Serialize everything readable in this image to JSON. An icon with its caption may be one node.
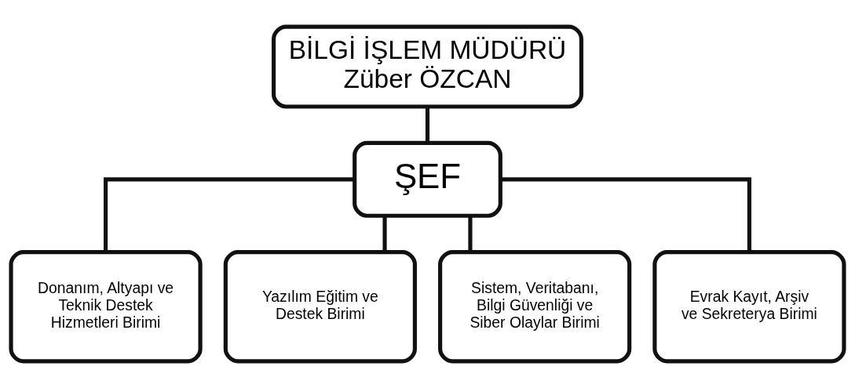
{
  "diagram": {
    "nodes": [
      {
        "text": [
          "BİLGİ İŞLEM MÜDÜRÜ",
          "Züber ÖZCAN"
        ]
      },
      {
        "text": [
          "ŞEF"
        ]
      },
      {
        "text": [
          "Donanım, Altyapı ve Teknik Destek Hizmetleri Birimi"
        ]
      },
      {
        "text": [
          "Yazılım Eğitim ve Destek Birimi"
        ]
      },
      {
        "text": [
          "Sistem, Veritabanı, Bilgi Güvenliği ve Siber Olaylar Birimi"
        ]
      },
      {
        "text": [
          "Evrak Kayıt, Arşiv ve Sekreterya Birimi"
        ]
      }
    ],
    "edges": [
      {
        "from": 0,
        "to": 1,
        "arrow": "none"
      },
      {
        "from": 1,
        "to": 2,
        "arrow": "none"
      },
      {
        "from": 1,
        "to": 3,
        "arrow": "none"
      },
      {
        "from": 1,
        "to": 4,
        "arrow": "none"
      },
      {
        "from": 1,
        "to": 5,
        "arrow": "none"
      }
    ]
  }
}
